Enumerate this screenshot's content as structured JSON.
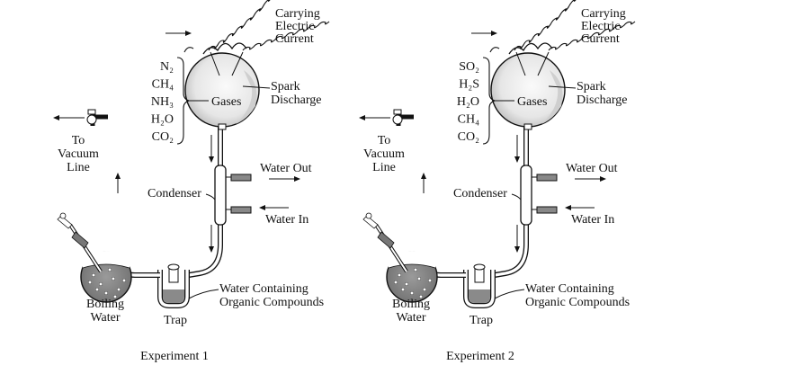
{
  "experiments": [
    {
      "caption": "Experiment 1",
      "gases": [
        "N₂",
        "CH₄",
        "NH₃",
        "H₂O",
        "CO₂"
      ],
      "labels": {
        "electric": [
          "Carrying",
          "Electric",
          "Current"
        ],
        "spark": [
          "Spark",
          "Discharge"
        ],
        "gases": "Gases",
        "vacuum": [
          "To",
          "Vacuum",
          "Line"
        ],
        "water_out": "Water Out",
        "water_in": "Water In",
        "condenser": "Condenser",
        "boiling": [
          "Boiling",
          "Water"
        ],
        "trap": "Trap",
        "organic": [
          "Water Containing",
          "Organic Compounds"
        ]
      }
    },
    {
      "caption": "Experiment 2",
      "gases": [
        "SO₂",
        "H₂S",
        "H₂O",
        "CH₄",
        "CO₂"
      ],
      "labels": {
        "electric": [
          "Carrying",
          "Electric",
          "Current"
        ],
        "spark": [
          "Spark",
          "Discharge"
        ],
        "gases": "Gases",
        "vacuum": [
          "To",
          "Vacuum",
          "Line"
        ],
        "water_out": "Water Out",
        "water_in": "Water In",
        "condenser": "Condenser",
        "boiling": [
          "Boiling",
          "Water"
        ],
        "trap": "Trap",
        "organic": [
          "Water Containing",
          "Organic Compounds"
        ]
      }
    }
  ]
}
